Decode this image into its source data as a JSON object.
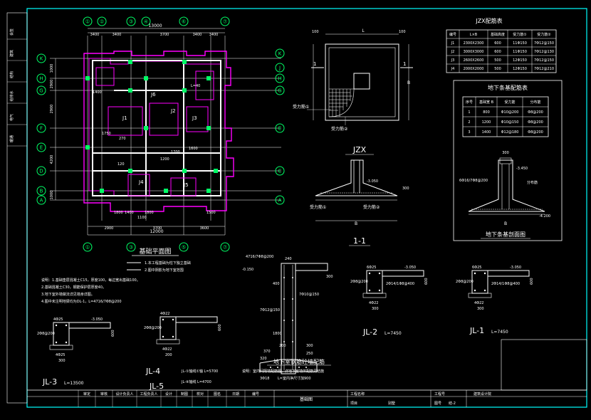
{
  "plan": {
    "title": "基础平面图",
    "top_axes": [
      "①",
      "②",
      "③",
      "④",
      "⑥",
      "⑦"
    ],
    "top_dims": [
      "3400",
      "3400",
      "3700",
      "3400",
      "3400"
    ],
    "top_total": "13000",
    "bottom_axes": [
      "①",
      "③",
      "⑤",
      "⑦"
    ],
    "bottom_dims": [
      "2900",
      "3700",
      "3600"
    ],
    "bottom_total": "12000",
    "left_axes": [
      "K",
      "H",
      "G",
      "F",
      "E",
      "D",
      "B",
      "A"
    ],
    "left_dims": [
      "1000",
      "2900",
      "2900",
      "4200",
      "1000"
    ],
    "right_axes": [
      "K",
      "J",
      "H",
      "G",
      "E",
      "C",
      "A"
    ],
    "footing_labels": [
      "J1",
      "J2",
      "J3",
      "J4",
      "J5",
      "J6"
    ],
    "misc_labels": [
      "1400",
      "270",
      "1800",
      "1750",
      "1600",
      "1700",
      "1200",
      "1400",
      "1800",
      "1500",
      "L=40",
      "120",
      "1100"
    ],
    "legend": [
      "1.本工程基础为柱下独立基础",
      "2.图中阴影为地下室范围"
    ]
  },
  "notes": [
    "说明：1.基础垫层混凝土C15，厚度100，每边宽出基础100。",
    "2.基础混凝土C30，钢筋保护层厚度40。",
    "3.地下室外墙做法详见墙身详图。",
    "4.图中未注明地梁均为DL-1，L=4716/7Φ8@200"
  ],
  "jzx_table": {
    "title": "JZX配筋表",
    "headers": [
      "编号",
      "L×B",
      "基础高度",
      "受力筋①",
      "受力筋②"
    ],
    "rows": [
      [
        "J1",
        "2300X2300",
        "600",
        "11Φ150",
        "7Φ12@150"
      ],
      [
        "J2",
        "3000X3000",
        "600",
        "11Φ150",
        "7Φ12@130"
      ],
      [
        "J3",
        "2600X2600",
        "500",
        "12Φ150",
        "7Φ12@150"
      ],
      [
        "J4",
        "2000X2000",
        "500",
        "12Φ150",
        "7Φ12@210"
      ]
    ]
  },
  "strip_table": {
    "title": "地下条基配筋表",
    "headers": [
      "序号",
      "基础宽 B",
      "受力筋",
      "分布筋"
    ],
    "rows": [
      [
        "1",
        "800",
        "Φ10@200",
        "Φ8@200"
      ],
      [
        "2",
        "1200",
        "Φ10@150",
        "Φ8@200"
      ],
      [
        "3",
        "1400",
        "Φ12@180",
        "Φ8@200"
      ]
    ]
  },
  "jzx_detail": {
    "title": "JZX",
    "dim_b": "B",
    "dim_l": "L",
    "dim_100": "100",
    "label1": "受力筋①",
    "label2": "受力筋②",
    "section_mark": "1"
  },
  "section11": {
    "title": "1-1",
    "label1": "受力筋①",
    "label2": "受力筋②",
    "elev": "-3.050",
    "h": "300",
    "b": "B"
  },
  "strip_section": {
    "title": "地下条基剖面图",
    "rebar": "6Φ16/7Φ8@200",
    "dist": "分布筋",
    "elev": "-4.200",
    "elev2": "-3.450",
    "w": "B",
    "h": "300",
    "top": "300"
  },
  "wall_section": {
    "title": "地下室钢筋砼墙配筋",
    "note1": "说明：室内间隔墙配筋图，详地下室墙体配筋见结施",
    "note2": "L=室内净尺寸加900",
    "rebar_top": "4716/7Φ8@200",
    "rebar_mid": "7Φ10@150",
    "rebar_lower": "7Φ12@150",
    "labels": [
      "240",
      "400",
      "1800",
      "300",
      "200",
      "300",
      "250",
      "370",
      "320",
      "3Φ18"
    ],
    "elev": "-0.150"
  },
  "jl_sections": [
    {
      "title": "JL-2",
      "length": "L=7450",
      "top": "6Φ25",
      "mid": "2Φ14/1Φ8@400",
      "side": "2Φ8@200",
      "bot": "4Φ22",
      "elev": "-3.050",
      "w": "300",
      "h": "600"
    },
    {
      "title": "JL-1",
      "length": "L=7450",
      "top": "6Φ25",
      "mid": "2Φ14/1Φ8@400",
      "side": "2Φ8@200",
      "bot": "4Φ22",
      "elev": "-3.050",
      "w": "300",
      "h": "600"
    },
    {
      "title": "JL-3",
      "length": "L=13500",
      "top": "4Φ25",
      "mid": "",
      "side": "2Φ8@200",
      "bot": "4Φ25",
      "elev": "-3.050",
      "w": "300",
      "h": "600"
    },
    {
      "title": "JL-4",
      "length": "",
      "top": "4Φ22",
      "mid": "",
      "side": "2Φ8@200",
      "bot": "4Φ22",
      "elev": "",
      "w": "200",
      "h": "600"
    }
  ],
  "jl4_notes": [
    "JL-①轴线①轴 L=5700",
    "JL-④轴线 L=4700"
  ],
  "jl5_title": "JL-5",
  "title_block": {
    "headers": [
      "审定",
      "审核",
      "设计负责人",
      "工程负责人",
      "设计",
      "制图",
      "校对",
      "图名",
      "日期",
      "编号"
    ],
    "drawing_name": "基础图",
    "project_label": "工程名称",
    "project_no_label": "工程号",
    "item_label": "项目",
    "item_value": "别墅",
    "sheet_label": "图号",
    "sheet_value": "结-2",
    "company": "建筑设计院"
  },
  "side_strip": [
    "会签",
    "建筑",
    "结构",
    "给排水",
    "电气",
    "暖通"
  ],
  "colors": {
    "bg": "#000000",
    "white": "#ffffff",
    "green": "#00ff66",
    "magenta": "#ff00ff",
    "cyan": "#00ffff",
    "red": "#ff3333",
    "yellow": "#ffff00"
  }
}
